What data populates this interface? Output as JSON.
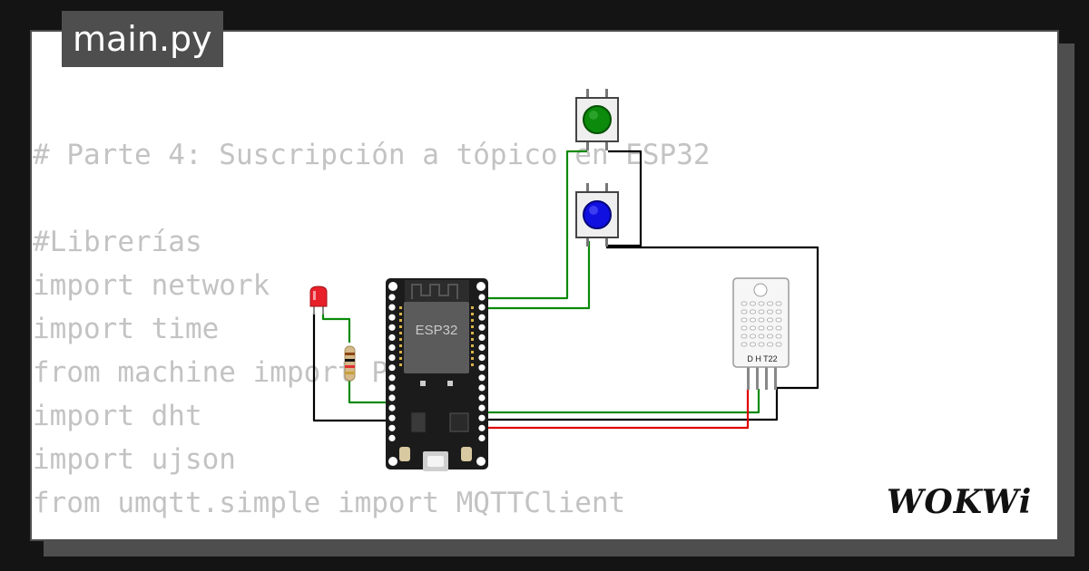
{
  "file_tab": {
    "label": "main.py"
  },
  "code_lines": [
    "# Parte 4: Suscripción a tópico en ESP32",
    "",
    "#Librerías",
    "import network",
    "import time",
    "from machine import Pin",
    "import dht",
    "import ujson",
    "from umqtt.simple import MQTTClient"
  ],
  "components": {
    "mcu_label": "ESP32",
    "sensor_label": "D H T22"
  },
  "logo_text": "WOKWi",
  "colors": {
    "background": "#141414",
    "card": "#ffffff",
    "card_frame": "#4e4e4e",
    "code_text": "#c3c3c3",
    "wire_green": "#0a8a0a",
    "wire_black": "#000000",
    "wire_red": "#e00000",
    "button_green": "#0b8a0b",
    "button_blue": "#1010e0",
    "led_red": "#e8202a"
  }
}
